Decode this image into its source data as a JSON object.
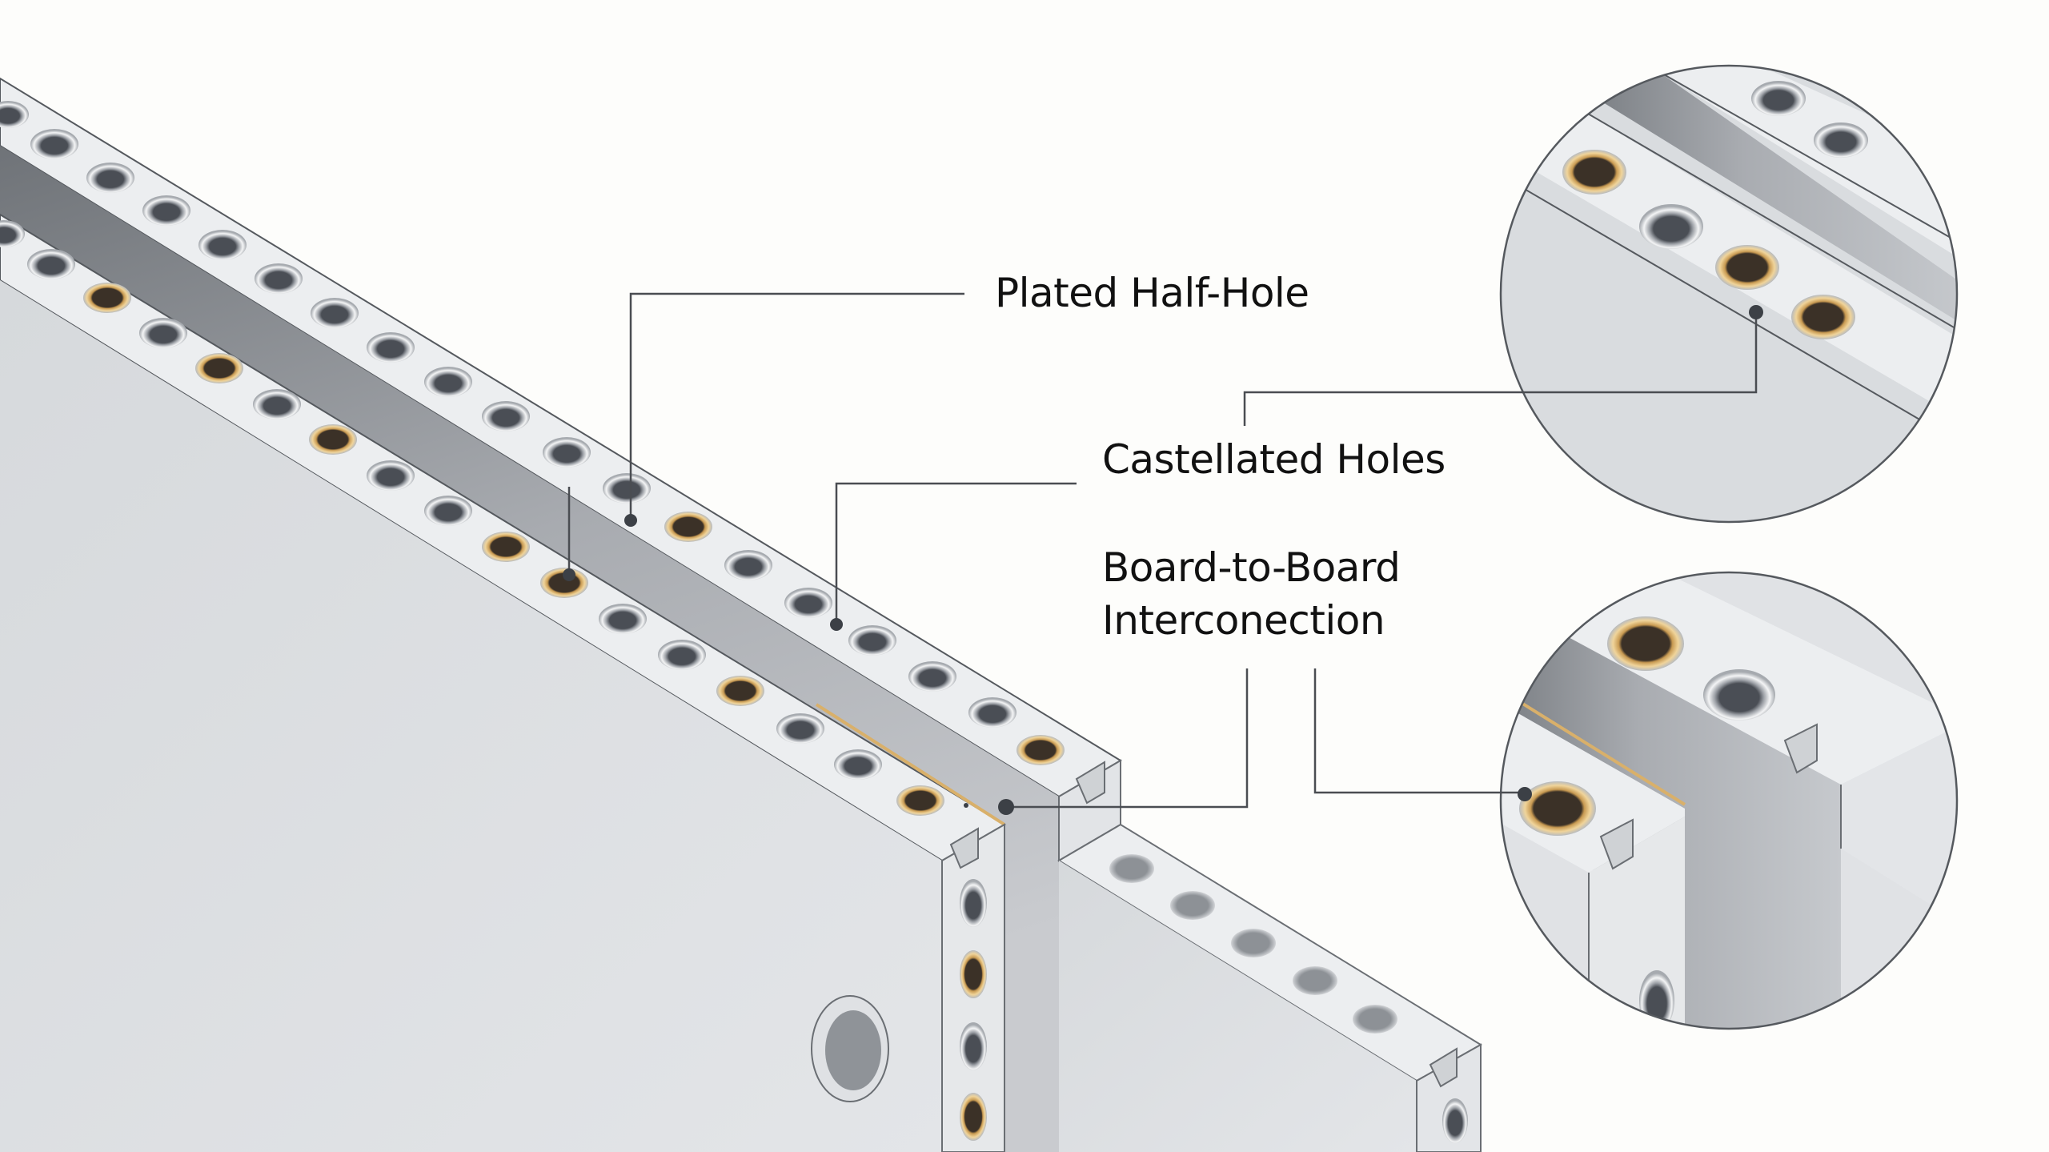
{
  "diagram": {
    "subject": "PCB castellated holes / board-to-board interconnection illustration",
    "labels": {
      "plated_half_hole": "Plated Half-Hole",
      "castellated_holes": "Castellated Holes",
      "board_to_board_line1": "Board-to-Board",
      "board_to_board_line2": "Interconection"
    },
    "callouts": [
      {
        "label": "Plated Half-Hole",
        "target": "gold plated hole on back board edge"
      },
      {
        "label": "Castellated Holes",
        "target": "hole row on back board edge and detail circle 1"
      },
      {
        "label": "Board-to-Board Interconection",
        "target": "junction of two boards and detail circle 2"
      }
    ],
    "detail_circles": [
      {
        "name": "detail-castellated-holes",
        "contents": "close-up of gold and silver plated holes along board edge"
      },
      {
        "name": "detail-board-to-board",
        "contents": "close-up of stacked board corner with notches and gold hole"
      }
    ],
    "colors": {
      "background": "#fdfdfb",
      "board_face": "#dcdee1",
      "board_edge": "#eceef0",
      "gap_shadow": "#8e9196",
      "gold_plating": "#d9b06a",
      "hole_dark": "#3b3127",
      "silver_hole": "#c9cbce",
      "leader_line": "#4a4d52",
      "text": "#111111"
    }
  }
}
